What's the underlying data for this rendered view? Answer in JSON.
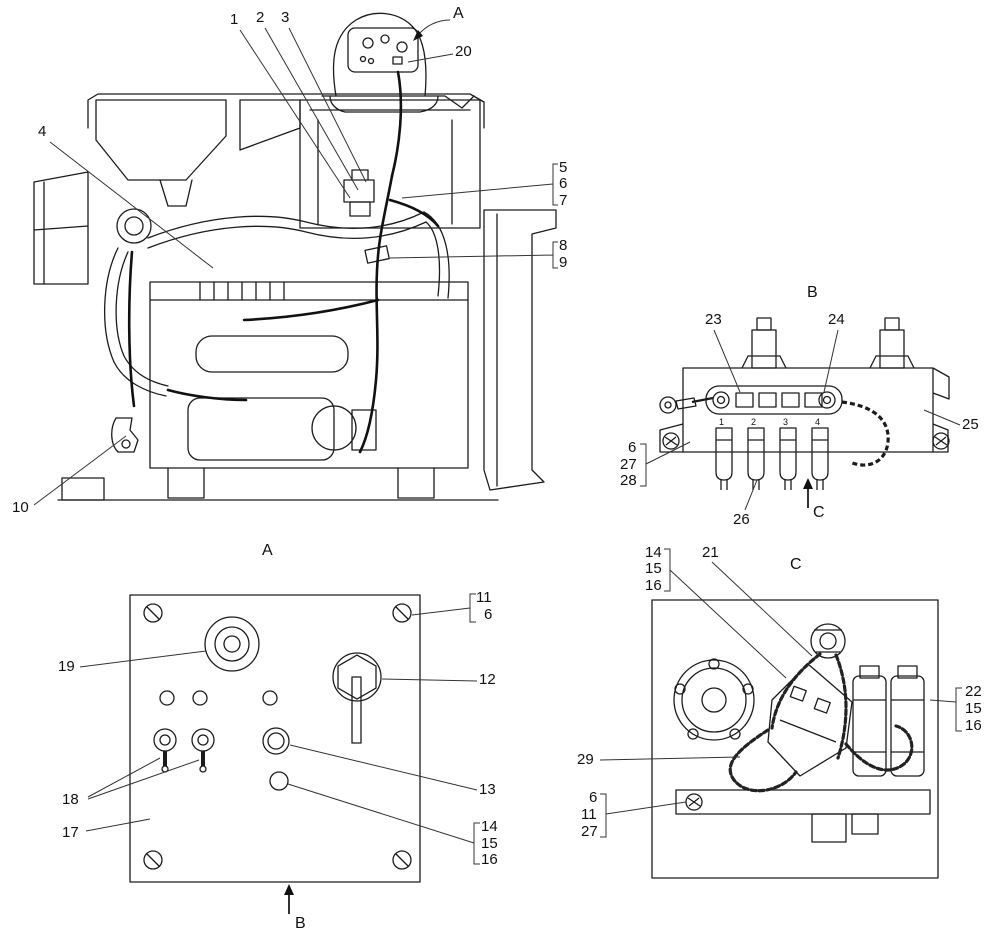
{
  "figure": {
    "type": "engine-electrical-parts-diagram",
    "background": "#ffffff",
    "line_color": "#1c1c1c",
    "leader_color": "#333333"
  },
  "labels": {
    "detail_marker_a": "A",
    "section_a_title": "A",
    "section_b_title": "B",
    "section_c_title": "C",
    "arrow_to_b": "B",
    "arrow_to_c": "C"
  },
  "callouts": {
    "main": {
      "n1": "1",
      "n2": "2",
      "n3": "3",
      "n4": "4",
      "n5": "5",
      "n6": "6",
      "n7": "7",
      "n8": "8",
      "n9": "9",
      "n10": "10",
      "n20": "20"
    },
    "view_b": {
      "n23": "23",
      "n24": "24",
      "n25": "25",
      "n26": "26",
      "n6": "6",
      "n27": "27",
      "n28": "28",
      "t1": "1",
      "t2": "2",
      "t3": "3",
      "t4": "4"
    },
    "panel_a": {
      "n11": "11",
      "n6": "6",
      "n12": "12",
      "n13": "13",
      "n14": "14",
      "n15": "15",
      "n16": "16",
      "n17": "17",
      "n18": "18",
      "n19": "19"
    },
    "view_c": {
      "n14": "14",
      "n15": "15",
      "n16": "16",
      "n21": "21",
      "n22": "22",
      "n15b": "15",
      "n16b": "16",
      "n29": "29",
      "n6": "6",
      "n11": "11",
      "n27": "27"
    }
  }
}
